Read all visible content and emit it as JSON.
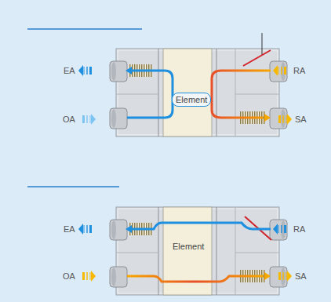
{
  "diagram": {
    "nodes": [
      {
        "text": [
          "Element"
        ]
      },
      {
        "text": [
          "Element"
        ]
      }
    ],
    "labels": [
      "EA",
      "RA",
      "OA",
      "SA",
      "EA",
      "RA",
      "OA",
      "SA"
    ]
  }
}
